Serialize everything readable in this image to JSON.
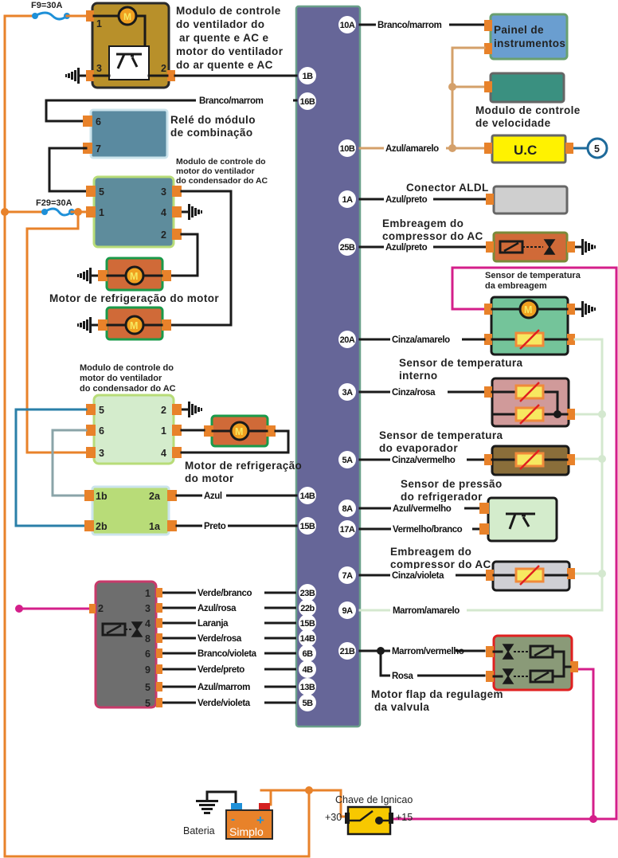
{
  "fuses": {
    "f9": "F9=30A",
    "f29": "F29=30A"
  },
  "central_connector": {
    "pins_left": [
      "1B",
      "16B",
      "14B",
      "15B",
      "23B",
      "22b",
      "15B",
      "14B",
      "6B",
      "4B",
      "13B",
      "5B"
    ],
    "pins_right": [
      "10A",
      "10B",
      "1A",
      "25B",
      "20A",
      "3A",
      "5A",
      "8A",
      "17A",
      "7A",
      "9A",
      "21B"
    ]
  },
  "components": {
    "heater_module": {
      "label": [
        "Modulo de controle",
        "do ventilador do",
        "ar quente e AC e",
        "motor do ventilador",
        "do ar quente e AC"
      ],
      "pins": [
        "1",
        "3",
        "2"
      ],
      "motor_symbol": "M"
    },
    "combination_relay": {
      "label": [
        "Relé do módulo",
        "de combinação"
      ],
      "pins": [
        "6",
        "7"
      ]
    },
    "condenser_module_1": {
      "label": [
        "Modulo de controle do",
        "motor do ventilador",
        "do condensador do AC"
      ],
      "pins": [
        "5",
        "1",
        "3",
        "4",
        "2"
      ]
    },
    "cooling_motors": {
      "label": "Motor de refrigeração do motor",
      "motor_symbol": "M"
    },
    "condenser_module_2": {
      "label": [
        "Modulo de controle do",
        "motor do ventilador",
        "do condensador do AC"
      ],
      "pins": [
        "5",
        "6",
        "3",
        "2",
        "1",
        "4"
      ]
    },
    "cooling_motor_2": {
      "label": [
        "Motor de refrigeração",
        "do motor"
      ],
      "motor_symbol": "M"
    },
    "small_relay": {
      "pins": [
        "1b",
        "2b",
        "2a",
        "1a"
      ]
    },
    "flap_module": {
      "pins_right": [
        "1",
        "3",
        "4",
        "8",
        "6",
        "9",
        "5",
        "5"
      ],
      "pin_left": "2"
    },
    "instrument_panel": {
      "label": [
        "Painel de",
        "instrumentos"
      ]
    },
    "speed_module": {
      "label": [
        "Modulo de controle",
        "de velocidade"
      ]
    },
    "uc": {
      "label": "U.C",
      "ref": "5"
    },
    "aldl": {
      "label": "Conector ALDL"
    },
    "compressor_clutch_1": {
      "label": [
        "Embreagem do",
        "compressor do AC"
      ]
    },
    "clutch_temp_sensor": {
      "label": [
        "Sensor de temperatura",
        "da embreagem"
      ],
      "motor_symbol": "M"
    },
    "internal_temp_sensor": {
      "label": [
        "Sensor de temperatura",
        "interno"
      ]
    },
    "evaporator_sensor": {
      "label": [
        "Sensor de temperatura",
        "do evaporador"
      ]
    },
    "pressure_sensor": {
      "label": [
        "Sensor de pressão",
        "do refrigerador"
      ]
    },
    "compressor_clutch_2": {
      "label": [
        "Embreagem do",
        "compressor do AC"
      ]
    },
    "flap_motor": {
      "label": [
        "Motor flap da regulagem",
        "da valvula"
      ]
    },
    "battery": {
      "label": "Bateria",
      "brand": "Simplo",
      "minus": "-",
      "plus": "+"
    },
    "ignition": {
      "label": "Chave de Ignicao",
      "t30": "+30",
      "t15": "+15"
    }
  },
  "wires": {
    "w10A": "Branco/marrom",
    "w16B": "Branco/marrom",
    "w10B": "Azul/amarelo",
    "w1A": "Azul/preto",
    "w25B": "Azul/preto",
    "w20A": "Cinza/amarelo",
    "w3A": "Cinza/rosa",
    "w5A": "Cinza/vermelho",
    "w8A": "Azul/vermelho",
    "w17A": "Vermelho/branco",
    "w7A": "Cinza/violeta",
    "w9A": "Marrom/amarelo",
    "w21B_a": "Marrom/vermelho",
    "w21B_b": "Rosa",
    "w14B": "Azul",
    "w15B": "Preto",
    "flap": [
      "Verde/branco",
      "Azul/rosa",
      "Laranja",
      "Verde/rosa",
      "Branco/violeta",
      "Verde/preto",
      "Azul/marrom",
      "Verde/violeta"
    ]
  }
}
